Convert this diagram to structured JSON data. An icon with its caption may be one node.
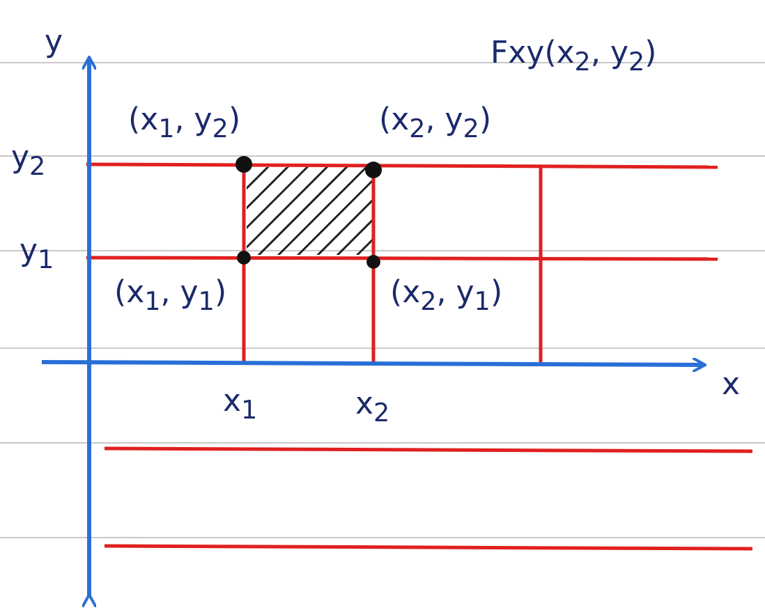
{
  "diagram": {
    "labels": [
      "y",
      "Fxy(x$_{2}$, y$_{2}$)",
      "(x$_{1}$, y$_{2}$)",
      "(x$_{2}$, y$_{2}$)",
      "y$_{2}$",
      "y$_{1}$",
      "(x$_{1}$, y$_{1}$)",
      "(x$_{2}$, y$_{1}$)",
      "x$_{1}$",
      "x$_{2}$",
      "x"
    ]
  }
}
